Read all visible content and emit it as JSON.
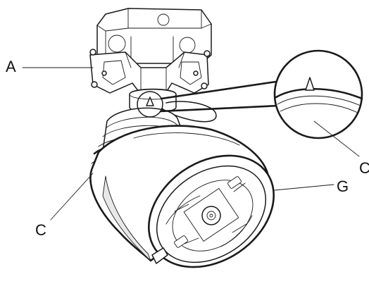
{
  "diagram": {
    "callouts": [
      {
        "id": "a",
        "label": "A"
      },
      {
        "id": "c-left",
        "label": "C"
      },
      {
        "id": "c-right",
        "label": "C"
      },
      {
        "id": "g",
        "label": "G"
      }
    ]
  }
}
